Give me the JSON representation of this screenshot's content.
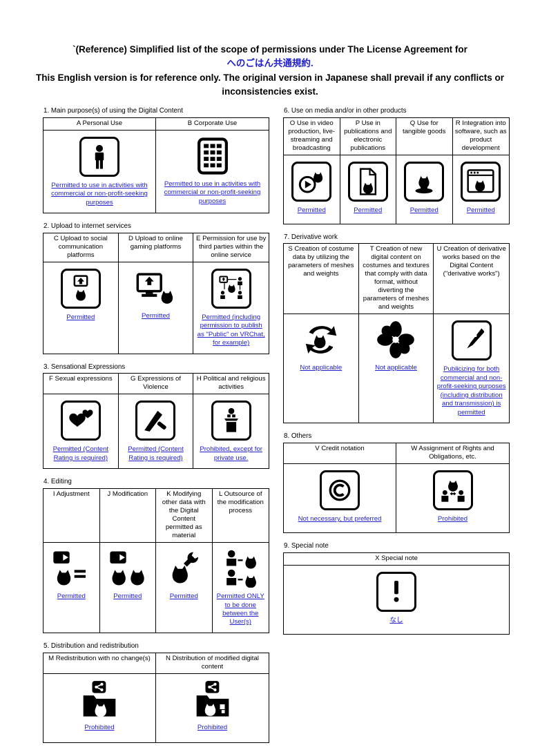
{
  "page": {
    "title_line1": "`(Reference) Simplified list of the scope of permissions under The License Agreement for",
    "title_line2": "へのごはん共通規約.",
    "title_line3": "This English version is for reference only. The original version in Japanese shall prevail if any conflicts or inconsistencies exist.",
    "accent_color": "#2222cc"
  },
  "sections": [
    {
      "num": 1,
      "column": "left",
      "label": "1. Main purpose(s) of using the Digital Content",
      "cells": [
        {
          "key": "A",
          "header": "A Personal Use",
          "icon": "person-icon",
          "status": "Permitted to use in activities with commercial or non-profit-seeking purposes"
        },
        {
          "key": "B",
          "header": "B  Corporate Use",
          "icon": "building-icon",
          "status": "Permitted to use in activities with commercial or non-profit-seeking purposes"
        }
      ]
    },
    {
      "num": 2,
      "column": "left",
      "label": "2. Upload to internet services",
      "cells": [
        {
          "key": "C",
          "header": "C Upload to social communication platforms",
          "icon": "upload-social-icon",
          "status": "Permitted"
        },
        {
          "key": "D",
          "header": "D Upload to online gaming platforms",
          "icon": "upload-gaming-icon",
          "status": "Permitted"
        },
        {
          "key": "E",
          "header": "E Permission for use by third parties within the online service",
          "icon": "third-party-use-icon",
          "status": "Permitted (including permission to publish as \"Public\" on VRChat, for example)"
        }
      ]
    },
    {
      "num": 3,
      "column": "left",
      "label": "3. Sensational Expressions",
      "cells": [
        {
          "key": "F",
          "header": "F Sexual expressions",
          "icon": "hearts-icon",
          "status": "Permitted (Content Rating is required)"
        },
        {
          "key": "G",
          "header": "G Expressions of Violence",
          "icon": "knife-icon",
          "status": "Permitted (Content Rating is required)"
        },
        {
          "key": "H",
          "header": "H Political and religious activities",
          "icon": "podium-speech-icon",
          "status": "Prohibited, except for private use."
        }
      ]
    },
    {
      "num": 4,
      "column": "left",
      "label": "4. Editing",
      "cells": [
        {
          "key": "I",
          "header": "I Adjustment",
          "icon": "adjustment-icon",
          "status": "Permitted"
        },
        {
          "key": "J",
          "header": "J Modification",
          "icon": "modification-icon",
          "status": "Permitted"
        },
        {
          "key": "K",
          "header": "K Modifying other data with the Digital Content permitted as material",
          "icon": "material-modify-icon",
          "status": "Permitted"
        },
        {
          "key": "L",
          "header": "L Outsource of the modification process",
          "icon": "outsource-icon",
          "status": "Permitted ONLY to be done between the User(s)"
        }
      ]
    },
    {
      "num": 5,
      "column": "left",
      "label": "5. Distribution and redistribution",
      "cells": [
        {
          "key": "M",
          "header": "M Redistribution with no change(s)",
          "icon": "redistribution-icon",
          "status": "Prohibited"
        },
        {
          "key": "N",
          "header": "N Distribution of modified digital content",
          "icon": "modified-distribution-icon",
          "status": "Prohibited"
        }
      ]
    },
    {
      "num": 6,
      "column": "right",
      "label": "6. Use on media and/or in other products",
      "cells": [
        {
          "key": "O",
          "header": "O Use in video production, live-streaming and broadcasting",
          "icon": "video-icon",
          "status": "Permitted"
        },
        {
          "key": "P",
          "header": "P Use in publications and electronic publications",
          "icon": "publication-icon",
          "status": "Permitted"
        },
        {
          "key": "Q",
          "header": "Q Use for tangible goods",
          "icon": "tangible-goods-icon",
          "status": "Permitted"
        },
        {
          "key": "R",
          "header": "R Integration into software, such as product development",
          "icon": "software-icon",
          "status": "Permitted"
        }
      ]
    },
    {
      "num": 7,
      "column": "right",
      "label": "7. Derivative work",
      "cells": [
        {
          "key": "S",
          "header": "S Creation of costume data by utilizing the parameters of meshes and weights",
          "icon": "costume-data-icon",
          "status": "Not applicable"
        },
        {
          "key": "T",
          "header": "T Creation of new digital content on costumes and textures that comply with data format, without diverting the parameters of meshes and weights",
          "icon": "texture-creation-icon",
          "status": "Not applicable"
        },
        {
          "key": "U",
          "header": "U Creation of derivative works based on the Digital Content (\"derivative works\")",
          "icon": "pen-icon",
          "status": "Publicizing for both commercial and non-profit-seeking purposes (including distribution and transmission) is permitted"
        }
      ]
    },
    {
      "num": 8,
      "column": "right",
      "label": "8. Others",
      "cells": [
        {
          "key": "V",
          "header": "V Credit notation",
          "icon": "copyright-icon",
          "status": "Not necessary, but preferred"
        },
        {
          "key": "W",
          "header": "W Assignment of Rights and Obligations, etc.",
          "icon": "rights-assignment-icon",
          "status": "Prohibited"
        }
      ]
    },
    {
      "num": 9,
      "column": "right",
      "label": "9. Special note",
      "cells": [
        {
          "key": "X",
          "header": "X Special note",
          "icon": "exclamation-icon",
          "status": "なし"
        }
      ]
    }
  ]
}
